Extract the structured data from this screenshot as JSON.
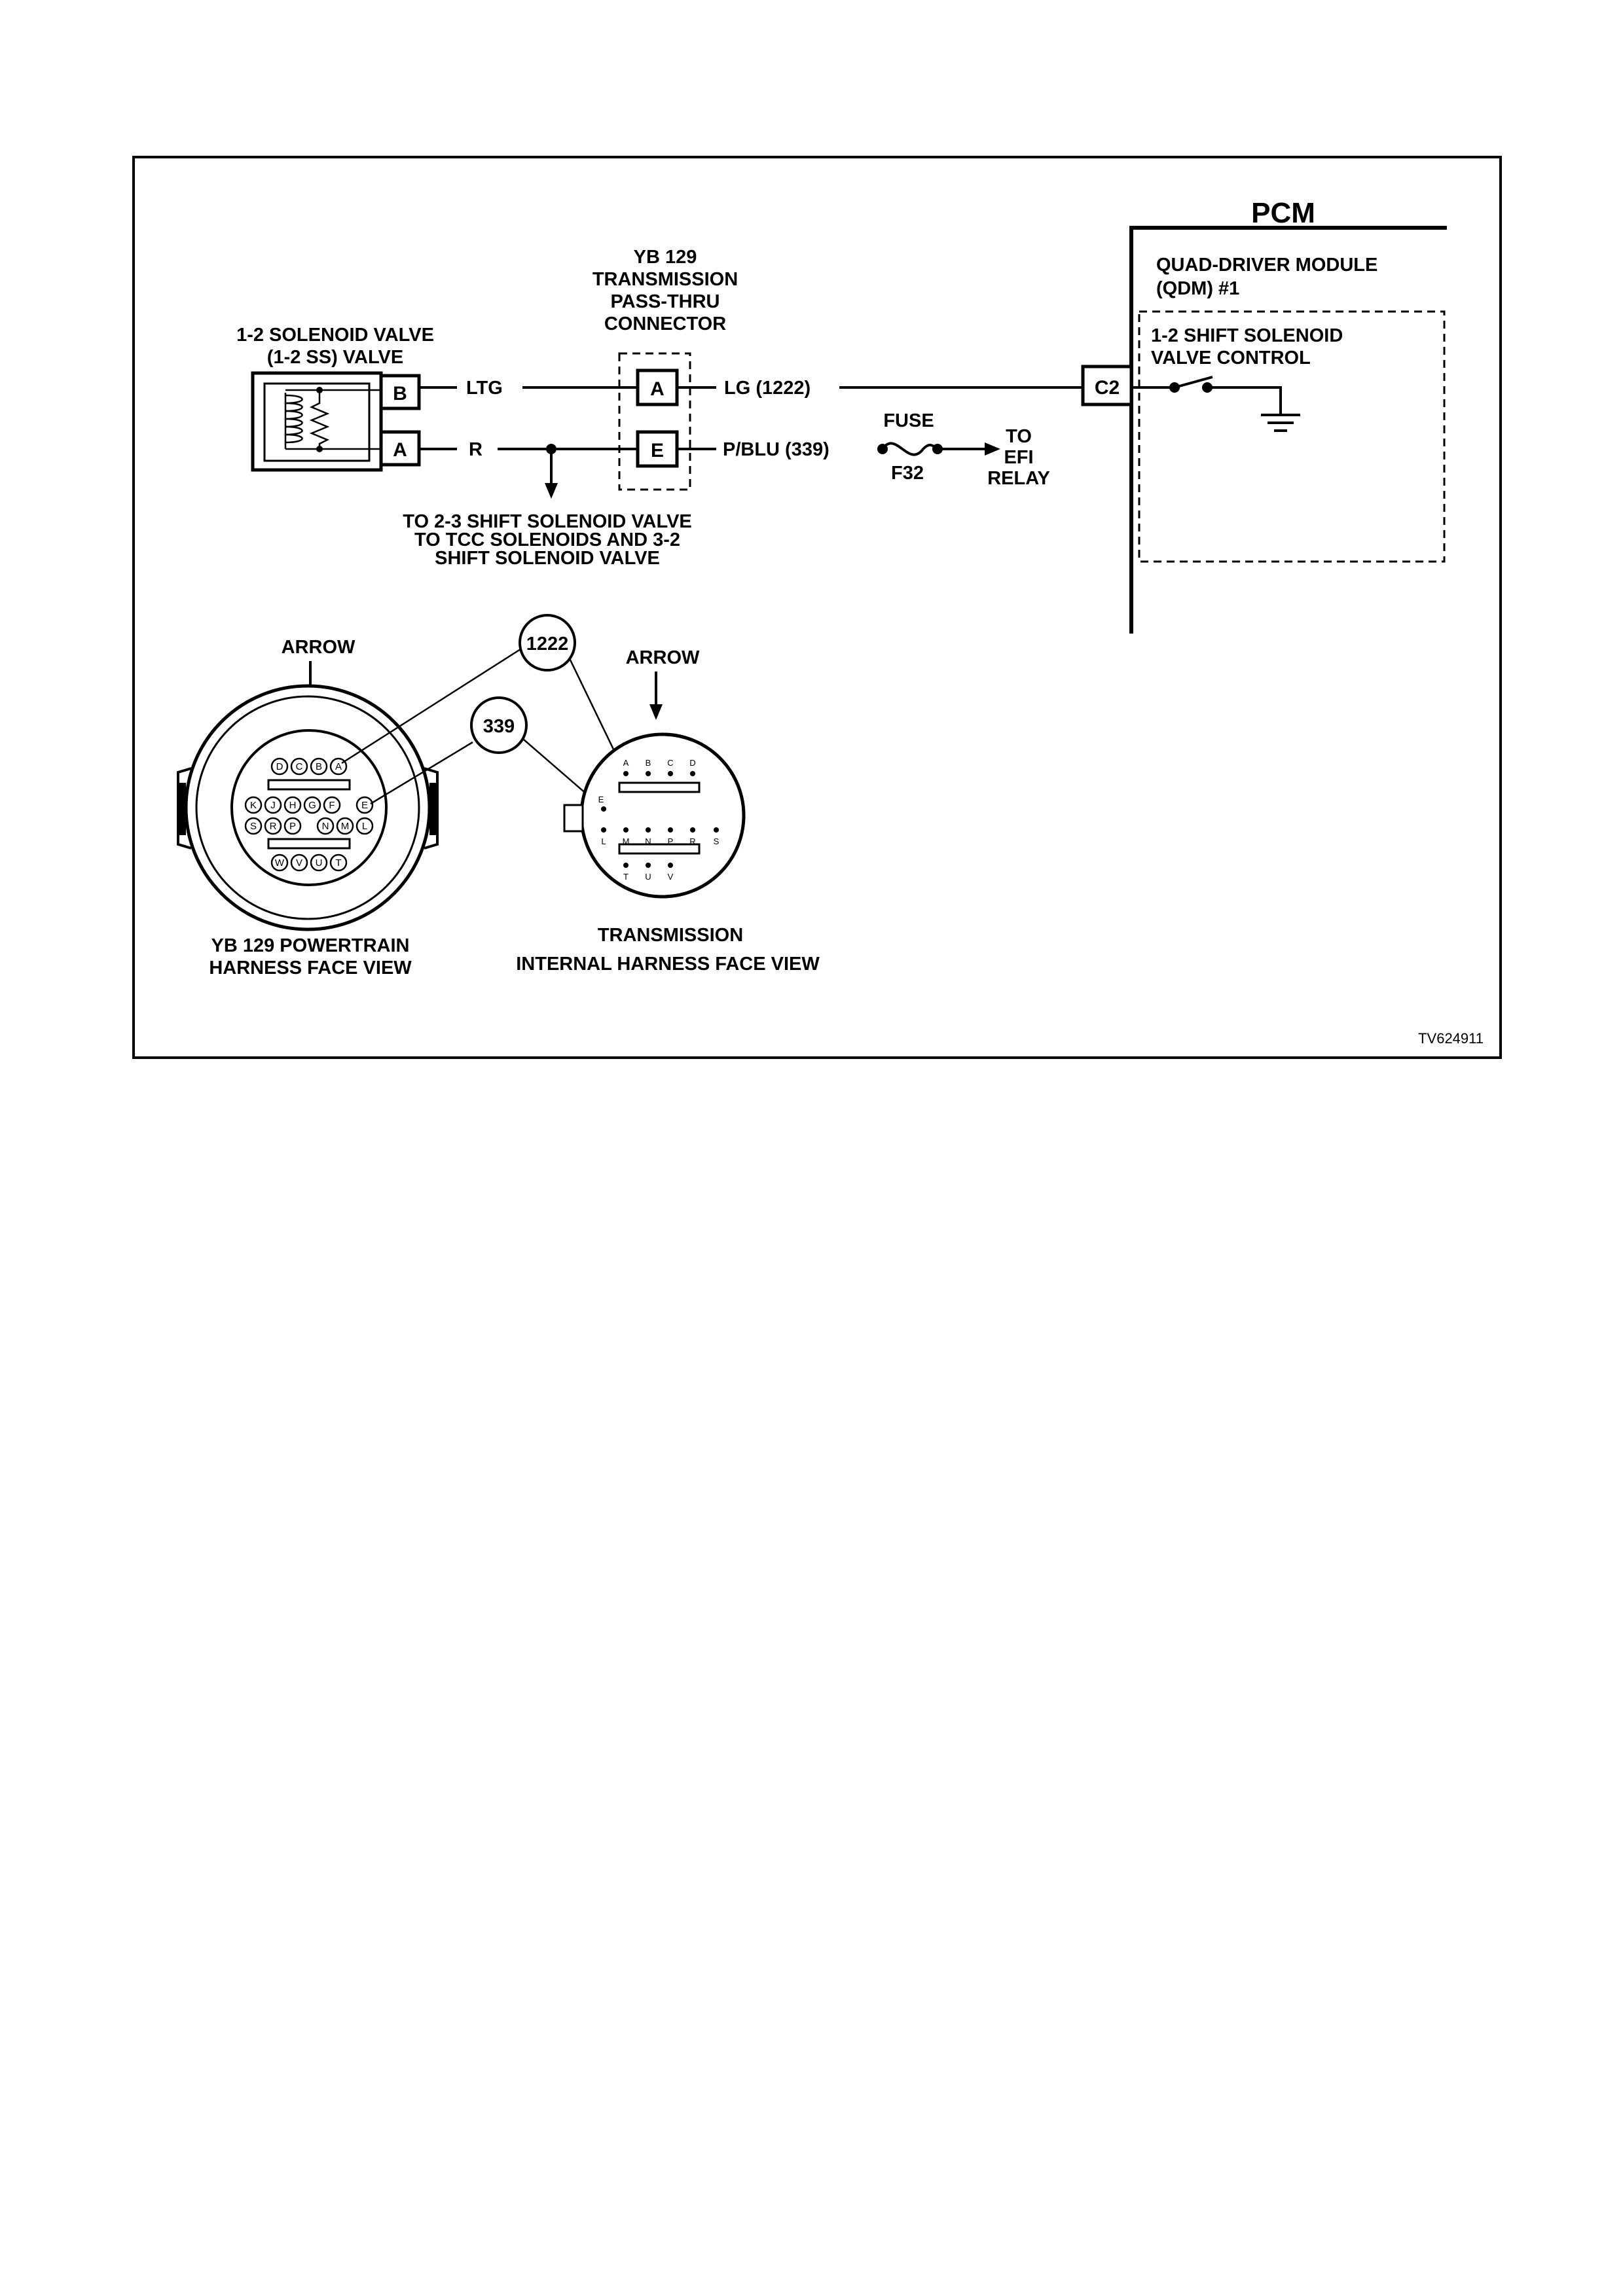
{
  "figure_code": "TV624911",
  "pcm": {
    "title": "PCM",
    "qdm_line1": "QUAD-DRIVER MODULE",
    "qdm_line2": "(QDM) #1",
    "control_line1": "1-2 SHIFT SOLENOID",
    "control_line2": "VALVE CONTROL",
    "connector": "C2"
  },
  "solenoid": {
    "line1": "1-2 SOLENOID VALVE",
    "line2": "(1-2 SS) VALVE",
    "terminal_b": "B",
    "terminal_a": "A"
  },
  "pass_thru": {
    "line1": "YB 129",
    "line2": "TRANSMISSION",
    "line3": "PASS-THRU",
    "line4": "CONNECTOR",
    "pin_a": "A",
    "pin_e": "E"
  },
  "wires": {
    "ltg": "LTG",
    "r": "R",
    "lg": "LG (1222)",
    "pblu": "P/BLU (339)"
  },
  "fuse": {
    "label": "FUSE",
    "id": "F32",
    "to_line1": "TO",
    "to_line2": "EFI",
    "to_line3": "RELAY"
  },
  "branch_note": {
    "line1": "TO 2-3 SHIFT SOLENOID VALVE",
    "line2": "TO TCC SOLENOIDS AND 3-2",
    "line3": "SHIFT SOLENOID VALVE"
  },
  "callouts": {
    "c1222": "1222",
    "c339": "339"
  },
  "left_view": {
    "arrow": "ARROW",
    "caption1": "YB 129 POWERTRAIN",
    "caption2": "HARNESS FACE VIEW",
    "row1": [
      "D",
      "C",
      "B",
      "A"
    ],
    "row2": [
      "K",
      "J",
      "H",
      "G",
      "F",
      "E"
    ],
    "row3": [
      "S",
      "R",
      "P",
      "N",
      "M",
      "L"
    ],
    "row4": [
      "W",
      "V",
      "U",
      "T"
    ]
  },
  "right_view": {
    "arrow": "ARROW",
    "caption1": "TRANSMISSION",
    "caption2": "INTERNAL HARNESS FACE VIEW",
    "row1": [
      "A",
      "B",
      "C",
      "D"
    ],
    "pin_e": "E",
    "row2": [
      "L",
      "M",
      "N",
      "P",
      "R",
      "S"
    ],
    "row3": [
      "T",
      "U",
      "V"
    ]
  }
}
